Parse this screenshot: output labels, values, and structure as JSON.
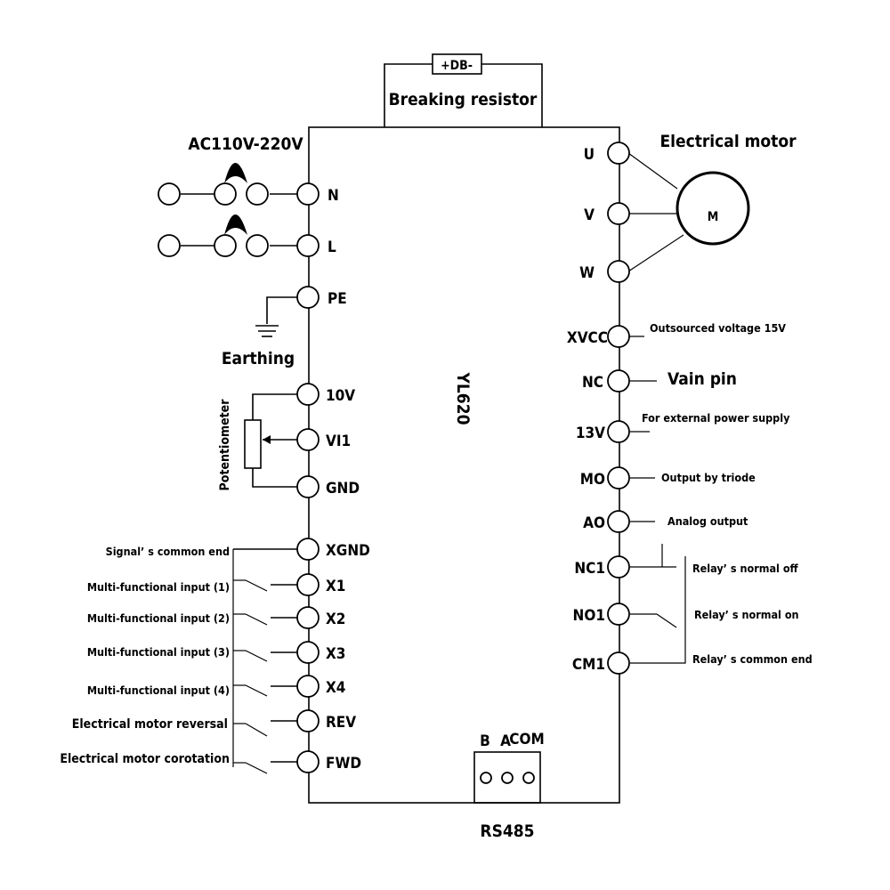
{
  "model": "YL620",
  "top": {
    "db_label": "+DB-",
    "breaking_resistor": "Breaking resistor"
  },
  "power": {
    "ac_label": "AC110V-220V",
    "earthing": "Earthing",
    "potentiometer": "Potentiometer"
  },
  "left_terminals": [
    "N",
    "L",
    "PE",
    "10V",
    "VI1",
    "GND",
    "XGND",
    "X1",
    "X2",
    "X3",
    "X4",
    "REV",
    "FWD"
  ],
  "left_labels": {
    "xgnd": "Signal’ s common end",
    "x1": "Multi-functional input  (1)",
    "x2": "Multi-functional input  (2)",
    "x3": "Multi-functional input  (3)",
    "x4": "Multi-functional input  (4)",
    "rev": "Electrical motor reversal",
    "fwd": "Electrical motor corotation"
  },
  "right_terminals": [
    "U",
    "V",
    "W",
    "XVCC",
    "NC",
    "13V",
    "MO",
    "AO",
    "NC1",
    "NO1",
    "CM1"
  ],
  "right_labels": {
    "motor": "Electrical motor",
    "motor_symbol": "M",
    "xvcc": "Outsourced voltage 15V",
    "nc": "Vain pin",
    "v13": "For external power supply",
    "mo": "Output by triode",
    "ao": "Analog output",
    "nc1": "Relay’ s normal off",
    "no1": "Relay’ s normal on",
    "cm1": "Relay’ s common end"
  },
  "rs485": {
    "pins": [
      "B",
      "A",
      "COM"
    ],
    "label": "RS485"
  }
}
